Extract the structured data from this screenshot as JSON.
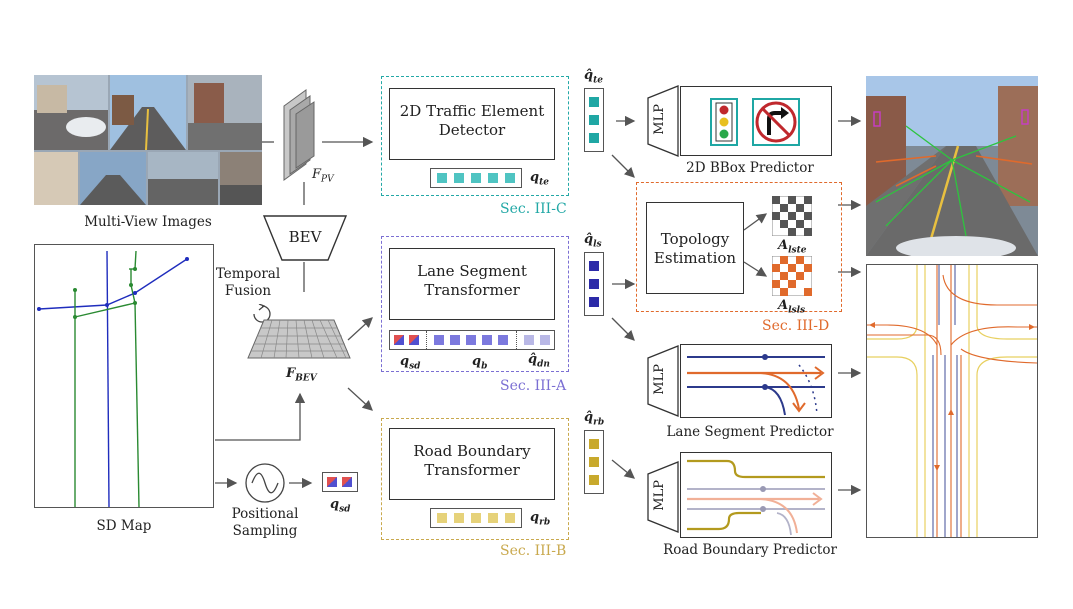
{
  "inputs": {
    "multiview_label": "Multi-View Images",
    "sdmap_label": "SD Map",
    "positional_sampling": "Positional Sampling"
  },
  "features": {
    "f_pv": "F",
    "f_pv_sub": "PV",
    "bev_label": "BEV",
    "temporal_fusion": "Temporal Fusion",
    "f_bev": "F",
    "f_bev_sub": "BEV"
  },
  "modules": {
    "traffic": {
      "title": "2D Traffic Element Detector",
      "query": "q",
      "query_sub": "te",
      "section": "Sec. III-C",
      "color": "#23a8a6"
    },
    "lane": {
      "title": "Lane Segment Transformer",
      "q_sd": "q",
      "q_sd_sub": "sd",
      "q_b": "q",
      "q_b_sub": "b",
      "q_dn": "q̂",
      "q_dn_sub": "dn",
      "section": "Sec. III-A",
      "color": "#7b6fd3"
    },
    "road": {
      "title": "Road Boundary Transformer",
      "query": "q",
      "query_sub": "rb",
      "section": "Sec. III-B",
      "color": "#c9a94e"
    },
    "topology": {
      "title": "Topology Estimation",
      "a_lste": "A",
      "a_lste_sub": "lste",
      "a_lsls": "A",
      "a_lsls_sub": "lsls",
      "section": "Sec. III-D",
      "color": "#e06a2c"
    }
  },
  "outputs": {
    "q_te_hat": "q̂",
    "q_te_hat_sub": "te",
    "q_ls_hat": "q̂",
    "q_ls_hat_sub": "ls",
    "q_rb_hat": "q̂",
    "q_rb_hat_sub": "rb",
    "q_sd": "q",
    "q_sd_sub": "sd",
    "mlp": "MLP",
    "bbox_predictor": "2D BBox Predictor",
    "lane_predictor": "Lane Segment Predictor",
    "road_predictor": "Road Boundary Predictor"
  }
}
